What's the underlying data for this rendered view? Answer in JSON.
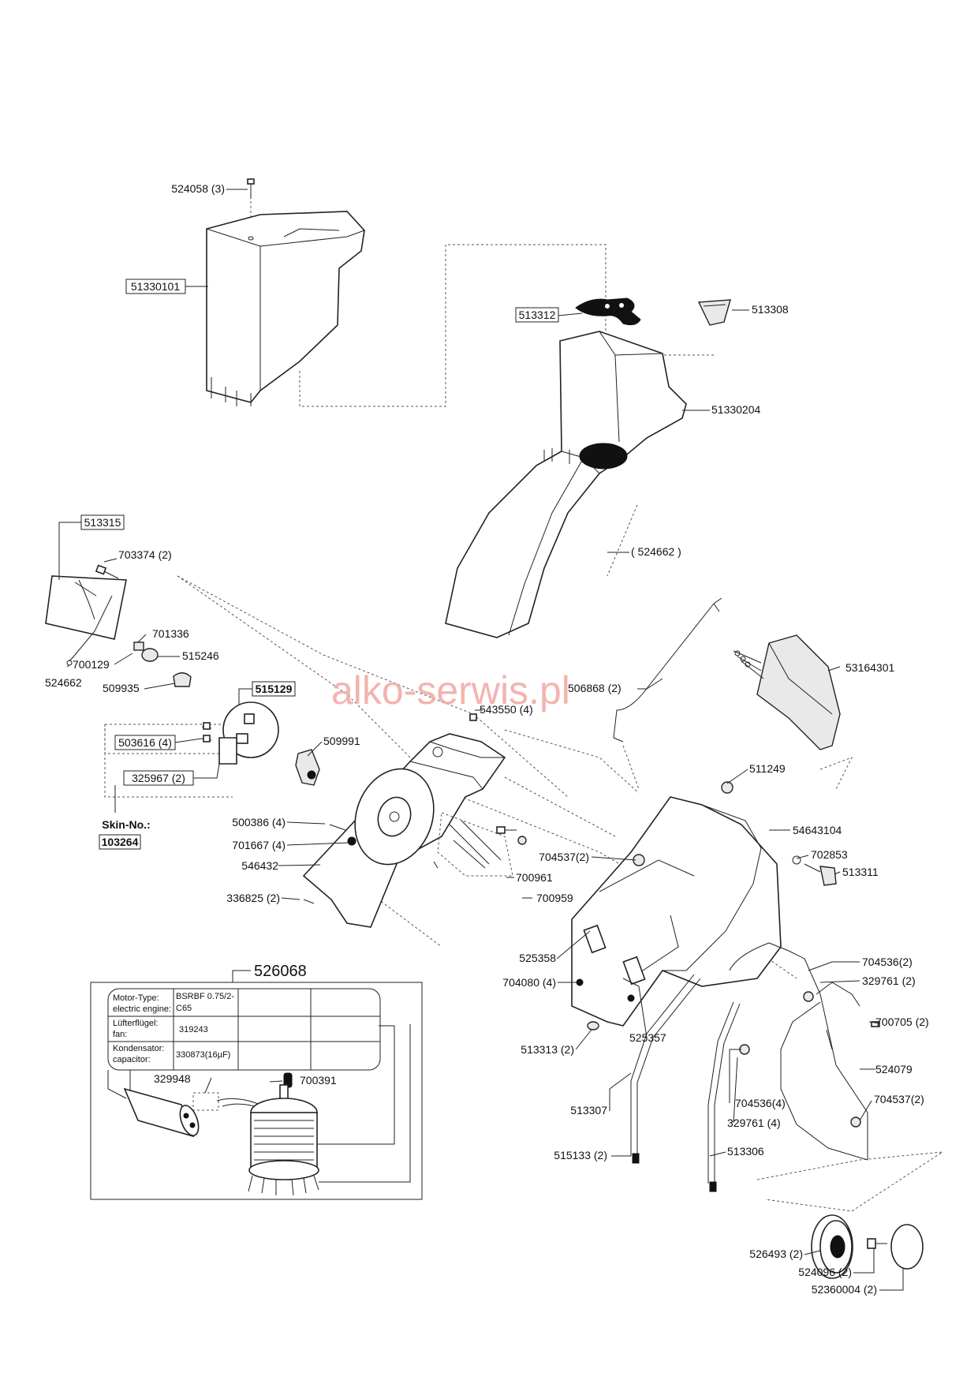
{
  "watermark": "alko-serwis.pl",
  "motor_kit": {
    "number": "526068",
    "rows": [
      {
        "label_de": "Motor-Type:",
        "label_en": "electric engine:",
        "value_1": "BSRBF 0.75/2-",
        "value_2": "C65"
      },
      {
        "label_de": "Lüfterflügel:",
        "label_en": "fan:",
        "value_1": "319243",
        "value_2": ""
      },
      {
        "label_de": "Kondensator:",
        "label_en": "capacitor:",
        "value_1": "330873(16µF)",
        "value_2": ""
      }
    ],
    "sub_parts": [
      "329948",
      "700391"
    ]
  },
  "skin": {
    "label": "Skin-No.:",
    "number": "103264"
  },
  "part_labels": {
    "p524058": "524058 (3)",
    "p51330101": "51330101",
    "p513312": "513312",
    "p513308": "513308",
    "p51330204": "51330204",
    "p524662a": "( 524662 )",
    "p513315": "513315",
    "p703374": "703374 (2)",
    "p701336": "701336",
    "p515246": "515246",
    "p700129": "700129",
    "p524662b": "524662",
    "p509935": "509935",
    "p515129": "515129",
    "p503616": "503616 (4)",
    "p325967": "325967 (2)",
    "p509991": "509991",
    "p543550": "543550 (4)",
    "p506868": "506868 (2)",
    "p53164301": "53164301",
    "p511249": "511249",
    "p54643104": "54643104",
    "p702853": "702853",
    "p513311": "513311",
    "p500386": "500386 (4)",
    "p701667": "701667 (4)",
    "p546432": "546432",
    "p704537a": "704537(2)",
    "p700961": "700961",
    "p336825": "336825 (2)",
    "p700959": "700959",
    "p525358": "525358",
    "p704080": "704080 (4)",
    "p704536a": "704536(2)",
    "p329761a": "329761 (2)",
    "p700705": "700705 (2)",
    "p513313": "513313 (2)",
    "p525357": "525357",
    "p524079": "524079",
    "p704536b": "704536(4)",
    "p704537b": "704537(2)",
    "p513307": "513307",
    "p329761b": "329761 (4)",
    "p515133": "515133 (2)",
    "p513306": "513306",
    "p526493": "526493 (2)",
    "p524096": "524096 (2)",
    "p52360004": "52360004 (2)"
  }
}
